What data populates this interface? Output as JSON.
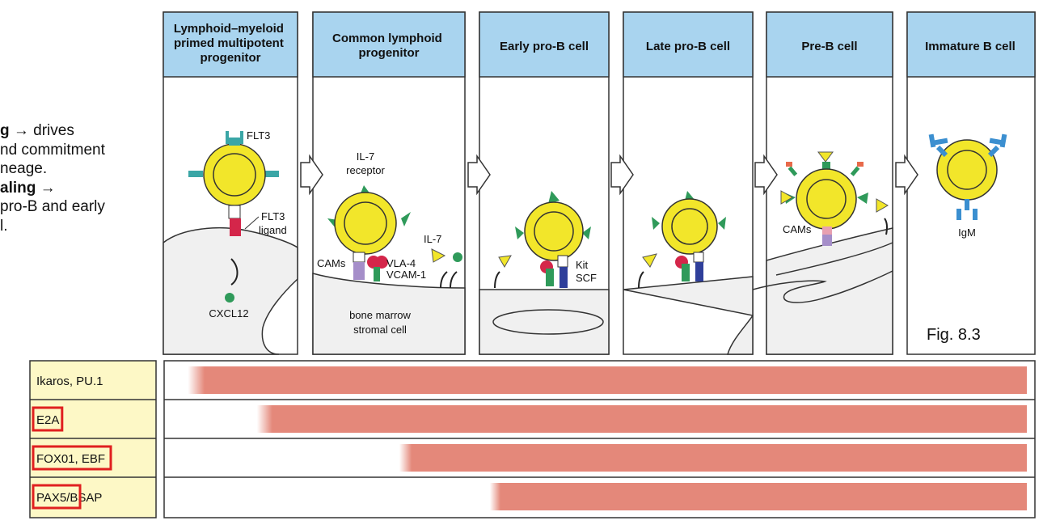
{
  "left_text": {
    "line1_bold": "g",
    "line1_rest": " → drives",
    "line2": "nd commitment",
    "line3": "neage.",
    "line4_bold": "aling →",
    "line5": "pro-B and early",
    "line6": "l."
  },
  "stages": [
    {
      "header_lines": [
        "Lymphoid–myeloid",
        "primed multipotent",
        "progenitor"
      ]
    },
    {
      "header_lines": [
        "Common lymphoid",
        "progenitor"
      ]
    },
    {
      "header_lines": [
        "Early pro-B cell"
      ]
    },
    {
      "header_lines": [
        "Late pro-B cell"
      ]
    },
    {
      "header_lines": [
        "Pre-B cell"
      ]
    },
    {
      "header_lines": [
        "Immature B cell"
      ]
    }
  ],
  "labels": {
    "flt3": "FLT3",
    "flt3_ligand_1": "FLT3",
    "flt3_ligand_2": "ligand",
    "cxcl12": "CXCL12",
    "il7_receptor_1": "IL-7",
    "il7_receptor_2": "receptor",
    "cams": "CAMs",
    "vla4": "VLA-4",
    "vcam1": "VCAM-1",
    "il7": "IL-7",
    "stromal_1": "bone marrow",
    "stromal_2": "stromal cell",
    "kit": "Kit",
    "scf": "SCF",
    "cams_preb": "CAMs",
    "igm": "IgM",
    "figure": "Fig. 8.3"
  },
  "transcription_factors": [
    {
      "name": "Ikaros, PU.1",
      "start_stage_fraction": 0.02,
      "highlighted": false
    },
    {
      "name": "E2A",
      "start_stage_fraction": 0.1,
      "highlighted": true
    },
    {
      "name": "FOX01, EBF",
      "start_stage_fraction": 0.265,
      "highlighted": true
    },
    {
      "name": "PAX5/BSAP",
      "start_stage_fraction": 0.37,
      "highlighted": true
    }
  ],
  "colors": {
    "header_fill": "#a9d4ef",
    "panel_fill": "#ffffff",
    "stroma_fill": "#f0f0f0",
    "cell_fill": "#f2e62a",
    "bar_fill": "#e4887a",
    "label_fill": "#fdf8c6",
    "highlight": "#e02020",
    "receptor_green": "#2f9a5a",
    "teal": "#3aa6a6",
    "blue": "#3b8fd0",
    "red": "#d4264a",
    "lavender": "#a58ec9",
    "navy": "#2f3f9a"
  }
}
